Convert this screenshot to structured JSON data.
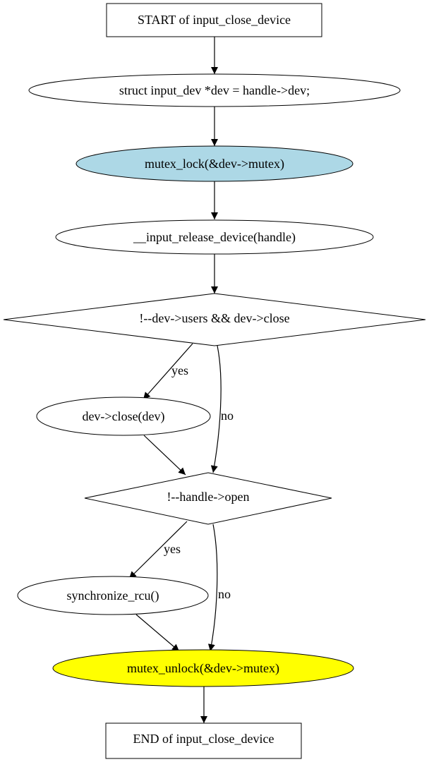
{
  "colors": {
    "default_fill": "#ffffff",
    "lock_fill": "#add8e6",
    "unlock_fill": "#ffff00",
    "stroke": "#000000"
  },
  "nodes": {
    "start": "START of input_close_device",
    "dev_decl": "struct input_dev *dev = handle->dev;",
    "mutex_lock": "mutex_lock(&dev->mutex)",
    "release": "__input_release_device(handle)",
    "users_check": "!--dev->users && dev->close",
    "dev_close": "dev->close(dev)",
    "open_check": "!--handle->open",
    "sync_rcu": "synchronize_rcu()",
    "mutex_unlock": "mutex_unlock(&dev->mutex)",
    "end": "END of input_close_device"
  },
  "edges": {
    "users_yes": "yes",
    "users_no": "no",
    "open_yes": "yes",
    "open_no": "no"
  }
}
